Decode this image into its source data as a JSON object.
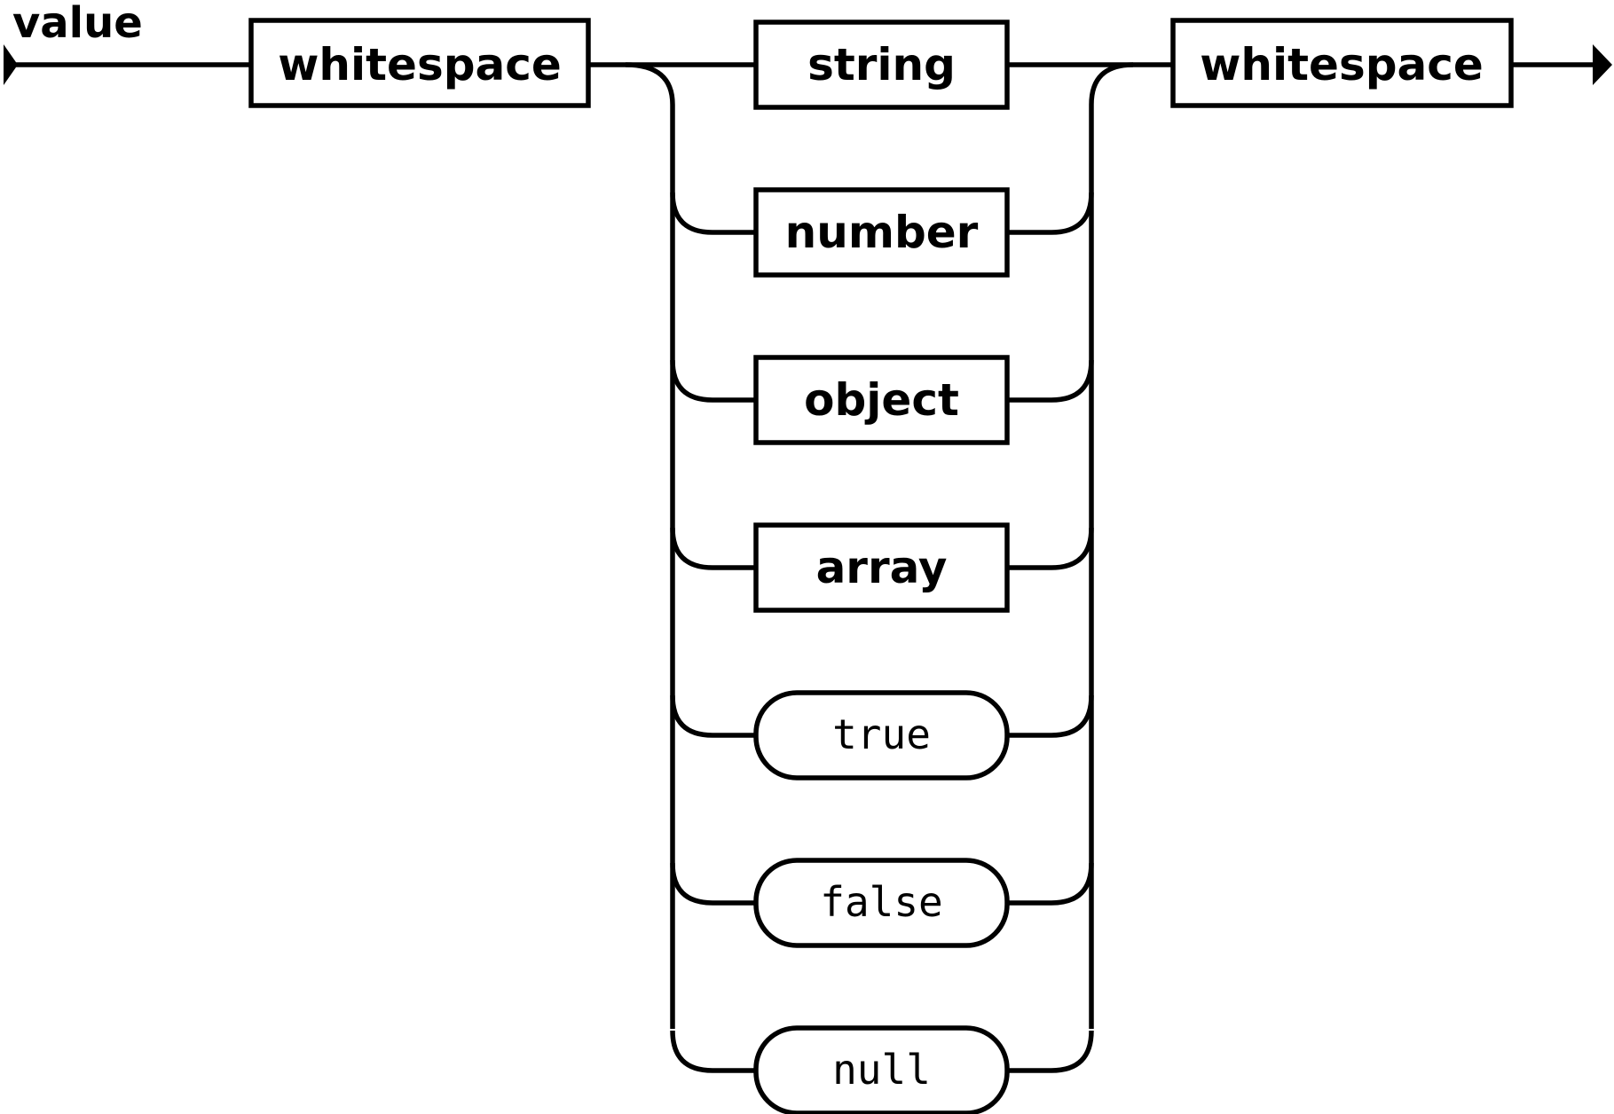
{
  "diagram": {
    "title": "value",
    "leading_rule": "whitespace",
    "trailing_rule": "whitespace",
    "alternatives": [
      {
        "label": "string",
        "kind": "nonterminal"
      },
      {
        "label": "number",
        "kind": "nonterminal"
      },
      {
        "label": "object",
        "kind": "nonterminal"
      },
      {
        "label": "array",
        "kind": "nonterminal"
      },
      {
        "label": "true",
        "kind": "terminal"
      },
      {
        "label": "false",
        "kind": "terminal"
      },
      {
        "label": "null",
        "kind": "terminal"
      }
    ]
  }
}
